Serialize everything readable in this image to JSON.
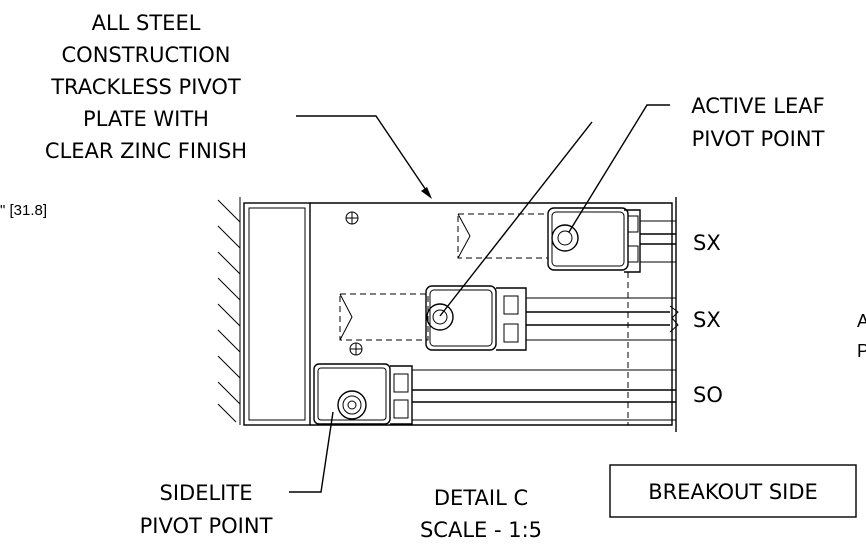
{
  "callouts": {
    "plate": [
      "ALL STEEL",
      "CONSTRUCTION",
      "TRACKLESS PIVOT",
      "PLATE WITH",
      "CLEAR ZINC FINISH"
    ],
    "active_leaf": [
      "ACTIVE LEAF",
      "PIVOT POINT"
    ],
    "sidelite": [
      "SIDELITE",
      "PIVOT POINT"
    ]
  },
  "dimension_text": "\" [31.8]",
  "panel_labels": {
    "top": "SX",
    "middle": "SX",
    "bottom": "SO"
  },
  "right_edge_fragments": [
    "A",
    "P"
  ],
  "detail": {
    "title": "DETAIL C",
    "scale": "SCALE - 1:5"
  },
  "breakout_side": "BREAKOUT SIDE"
}
